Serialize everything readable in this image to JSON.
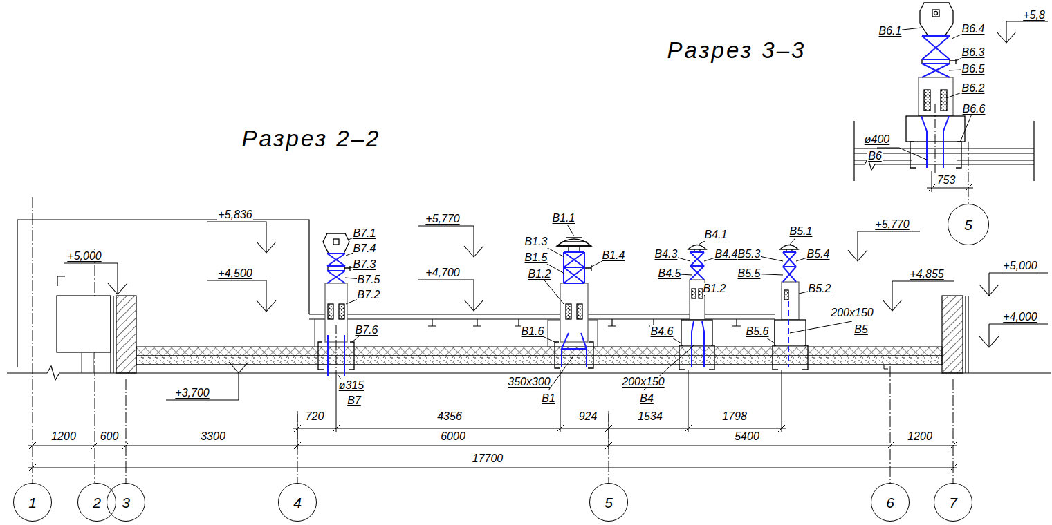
{
  "diagram": {
    "nodes": [
      {
        "text": [
          "5"
        ]
      },
      {
        "text": [
          "1"
        ]
      },
      {
        "text": [
          "2"
        ]
      },
      {
        "text": [
          "3"
        ]
      },
      {
        "text": [
          "4"
        ]
      },
      {
        "text": [
          "5"
        ]
      },
      {
        "text": [
          "6"
        ]
      },
      {
        "text": [
          "7"
        ]
      }
    ],
    "labels": [
      "Разрез 3–3",
      "B6.1",
      "B6.4",
      "+5,8",
      "B6.3",
      "B6.5",
      "B6.2",
      "ø400",
      "B6",
      "B6.6",
      "753",
      "Разрез 2–2",
      "+5,836",
      "+5,000",
      "+4,500",
      "B7.1",
      "B7.4",
      "B7.3",
      "B7.5",
      "B7.2",
      "+5,770",
      "+4,700",
      "B1.1",
      "B1.3",
      "B1.5",
      "B1.4",
      "B1.2",
      "B4.1",
      "B4.3",
      "B4.4",
      "B4.5",
      "B1.2",
      "B5.1",
      "B5.3",
      "B5.4",
      "B5.5",
      "B5.2",
      "+5,770",
      "+4,855",
      "+5,000",
      "+4,000",
      "B7.6",
      "B1.6",
      "B4.6",
      "B5.6",
      "200x150",
      "B5",
      "ø315",
      "B7",
      "350x300",
      "B1",
      "200x150",
      "B4",
      "+3,700",
      "720",
      "4356",
      "924",
      "1534",
      "1798",
      "1200",
      "600",
      "3300",
      "6000",
      "5400",
      "1200",
      "17700"
    ]
  }
}
